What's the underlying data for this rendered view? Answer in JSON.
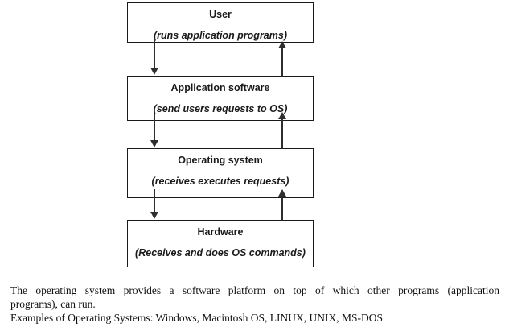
{
  "diagram": {
    "layers": [
      {
        "title": "User",
        "subtitle": "(runs application programs)"
      },
      {
        "title": "Application software",
        "subtitle": "(send users requests to OS)"
      },
      {
        "title": "Operating system",
        "subtitle": "(receives executes requests)"
      },
      {
        "title": "Hardware",
        "subtitle": "(Receives and does OS commands)"
      }
    ],
    "arrow_color": "#2e2e2e",
    "border_color": "#1a1a1a"
  },
  "footer": {
    "lines": [
      "The operating system provides a software platform on top of which other programs (application",
      "programs), can run.",
      "Examples of Operating Systems: Windows, Macintosh OS, LINUX, UNIX, MS-DOS"
    ]
  }
}
